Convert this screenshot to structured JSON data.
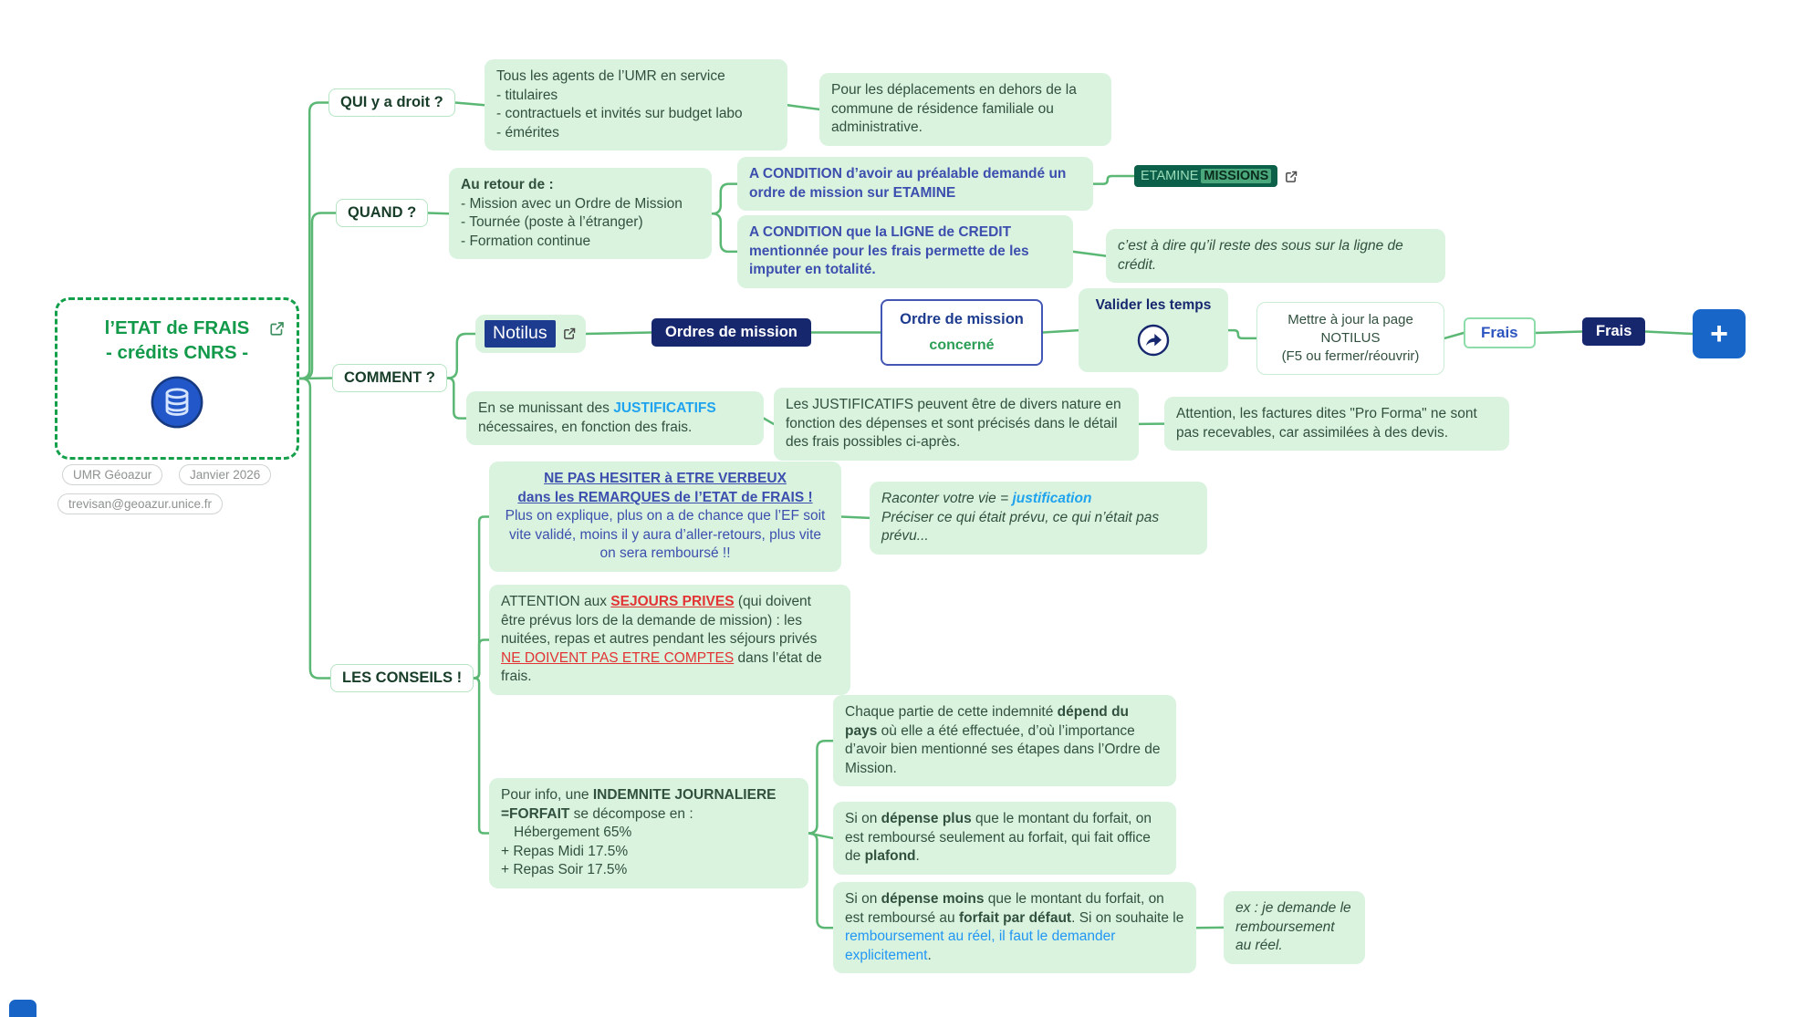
{
  "colors": {
    "node_green": "#d9f3df",
    "line_green": "#5bb874",
    "dark_green_text": "#31503e",
    "accent_green": "#14a04b",
    "indigo": "#3d4fae",
    "link_blue": "#2196f3",
    "red": "#e23434",
    "navy": "#16276e",
    "notilus_blue": "#1d3c8f",
    "plus_blue": "#1766c8",
    "etamine_teal": "#0c5f49"
  },
  "root": {
    "title_line1": "l’ETAT de FRAIS",
    "title_line2": "- crédits CNRS -",
    "tag_org": "UMR Géoazur",
    "tag_date": "Janvier 2026",
    "email": "trevisan@geoazur.unice.fr"
  },
  "qui": {
    "label": "QUI y a droit ?",
    "agents_intro": "Tous les agents de l’UMR en service",
    "agents_item1": "- titulaires",
    "agents_item2": "- contractuels et invités sur budget labo",
    "agents_item3": "- émérites",
    "deplacements": "Pour les déplacements en dehors de la commune de résidence familiale ou administrative."
  },
  "quand": {
    "label": "QUAND ?",
    "retour_intro": "Au retour de :",
    "retour_item1": "- Mission avec un Ordre de Mission",
    "retour_item2": "- Tournée (poste à l’étranger)",
    "retour_item3": "- Formation continue",
    "condition_om": "A CONDITION d’avoir au préalable demandé un ordre de mission sur ETAMINE",
    "etamine_part1": "ETAMINE",
    "etamine_part2": "MISSIONS",
    "condition_credit": "A CONDITION que la LIGNE de CREDIT mentionnée pour les frais permette de les imputer en totalité.",
    "cad": "c’est à dire qu’il reste des sous sur la ligne de crédit."
  },
  "comment": {
    "label": "COMMENT ?",
    "notilus": "Notilus",
    "ordres": "Ordres de mission",
    "om_line1": "Ordre de mission",
    "om_line2": "concerné",
    "valider": "Valider les temps",
    "maj_line1": "Mettre à jour la page",
    "maj_line2": "NOTILUS",
    "maj_line3": "(F5 ou fermer/réouvrir)",
    "frais1": "Frais",
    "frais2": "Frais",
    "plus": "+",
    "justif_part1": "En se munissant des ",
    "justif_part2": "JUSTIFICATIFS",
    "justif_part3": " nécessaires, en fonction des frais.",
    "divers": "Les JUSTIFICATIFS peuvent être de divers nature en fonction des dépenses et sont précisés dans le détail des frais possibles ci-après.",
    "proforma": "Attention, les factures dites \"Pro Forma\" ne sont pas recevables, car assimilées à des devis."
  },
  "conseils": {
    "label": "LES CONSEILS !",
    "verbeux_line1": "NE PAS HESITER à ETRE VERBEUX",
    "verbeux_line2": "dans les REMARQUES de l’ETAT de FRAIS !",
    "verbeux_rest": "Plus on explique, plus on a de chance que l’EF soit vite validé, moins il y aura d’aller-retours, plus vite on sera remboursé !!",
    "raconter_part1": "Raconter votre vie = ",
    "raconter_part2": "justification",
    "raconter_line2": "Préciser ce qui était prévu,  ce qui n’était pas prévu...",
    "sejours_part1": "ATTENTION aux ",
    "sejours_part2": "SEJOURS PRIVES",
    "sejours_part3": " (qui doivent être prévus lors de la demande de mission) : les nuitées, repas et autres pendant les séjours privés",
    "sejours_part4": " NE DOIVENT PAS ETRE COMPTES",
    "sejours_part5": " dans l’état de frais.",
    "forfait_part1": "Pour info, une ",
    "forfait_part2": "INDEMNITE JOURNALIERE =FORFAIT",
    "forfait_part3": " se décompose en :",
    "forfait_line2": "Hébergement 65%",
    "forfait_line3": "+ Repas Midi 17.5%",
    "forfait_line4": "+ Repas Soir 17.5%",
    "pays_part1": "Chaque partie de cette indemnité ",
    "pays_part2": "dépend du pays",
    "pays_part3": " où elle a été effectuée, d’où l’importance d’avoir bien mentionné ses étapes dans l’Ordre de Mission.",
    "dplus_part1": "Si on ",
    "dplus_part2": "dépense plus",
    "dplus_part3": " que le montant du forfait, on est remboursé seulement au forfait, qui fait office de ",
    "dplus_part4": "plafond",
    "dplus_part5": ".",
    "dmoins_part1": "Si on ",
    "dmoins_part2": "dépense moins",
    "dmoins_part3": " que le montant du forfait, on est remboursé au ",
    "dmoins_part4": "forfait par défaut",
    "dmoins_part5": ". Si on souhaite le ",
    "dmoins_part6": "remboursement au réel, il faut le demander explicitement",
    "dmoins_part7": ".",
    "ex": "ex : je demande le remboursement au réel."
  }
}
